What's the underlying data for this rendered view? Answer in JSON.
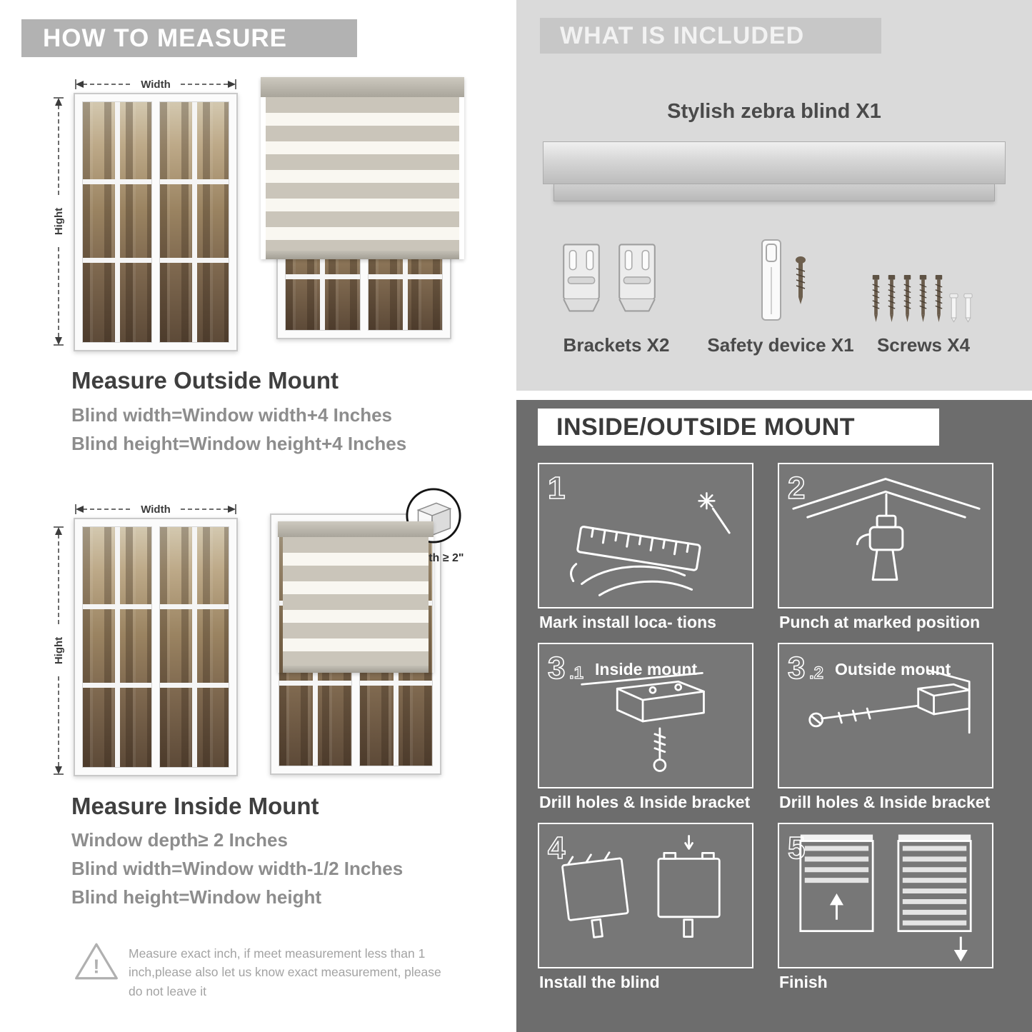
{
  "colors": {
    "banner_gray": "#b2b2b2",
    "included_bg": "#dadada",
    "mount_dark_bg": "#6d6d6d",
    "heading_dark": "#3f3f3f",
    "body_gray": "#8d8d8d",
    "blind_stripe": "#cac5ba"
  },
  "left": {
    "banner": "HOW TO MEASURE",
    "outside": {
      "width_label": "Width",
      "height_label": "Hight",
      "heading": "Measure Outside Mount",
      "line1": "Blind width=Window width+4 Inches",
      "line2": "Blind height=Window height+4 Inches"
    },
    "inside": {
      "width_label": "Width",
      "height_label": "Hight",
      "depth_label": "Depth ≥ 2\"",
      "heading": "Measure Inside Mount",
      "line1": "Window depth≥ 2 Inches",
      "line2": "Blind width=Window width-1/2 Inches",
      "line3": "Blind height=Window height"
    },
    "warning": "Measure exact inch, if meet measurement less than 1 inch,please also let us know exact measurement, please do not leave it"
  },
  "right": {
    "included": {
      "banner": "WHAT IS INCLUDED",
      "product": "Stylish zebra blind X1",
      "items": [
        {
          "label": "Brackets X2"
        },
        {
          "label": "Safety device X1"
        },
        {
          "label": "Screws X4"
        }
      ]
    },
    "mount": {
      "banner": "INSIDE/OUTSIDE MOUNT",
      "steps": [
        {
          "num": "1",
          "sub": "",
          "title": "",
          "caption": "Mark install loca- tions"
        },
        {
          "num": "2",
          "sub": "",
          "title": "",
          "caption": "Punch at marked position"
        },
        {
          "num": "3",
          "sub": ".1",
          "title": "Inside mount",
          "caption": "Drill holes & Inside bracket"
        },
        {
          "num": "3",
          "sub": ".2",
          "title": "Outside mount",
          "caption": "Drill holes & Inside bracket"
        },
        {
          "num": "4",
          "sub": "",
          "title": "",
          "caption": "Install the blind"
        },
        {
          "num": "5",
          "sub": "",
          "title": "",
          "caption": "Finish"
        }
      ]
    }
  }
}
